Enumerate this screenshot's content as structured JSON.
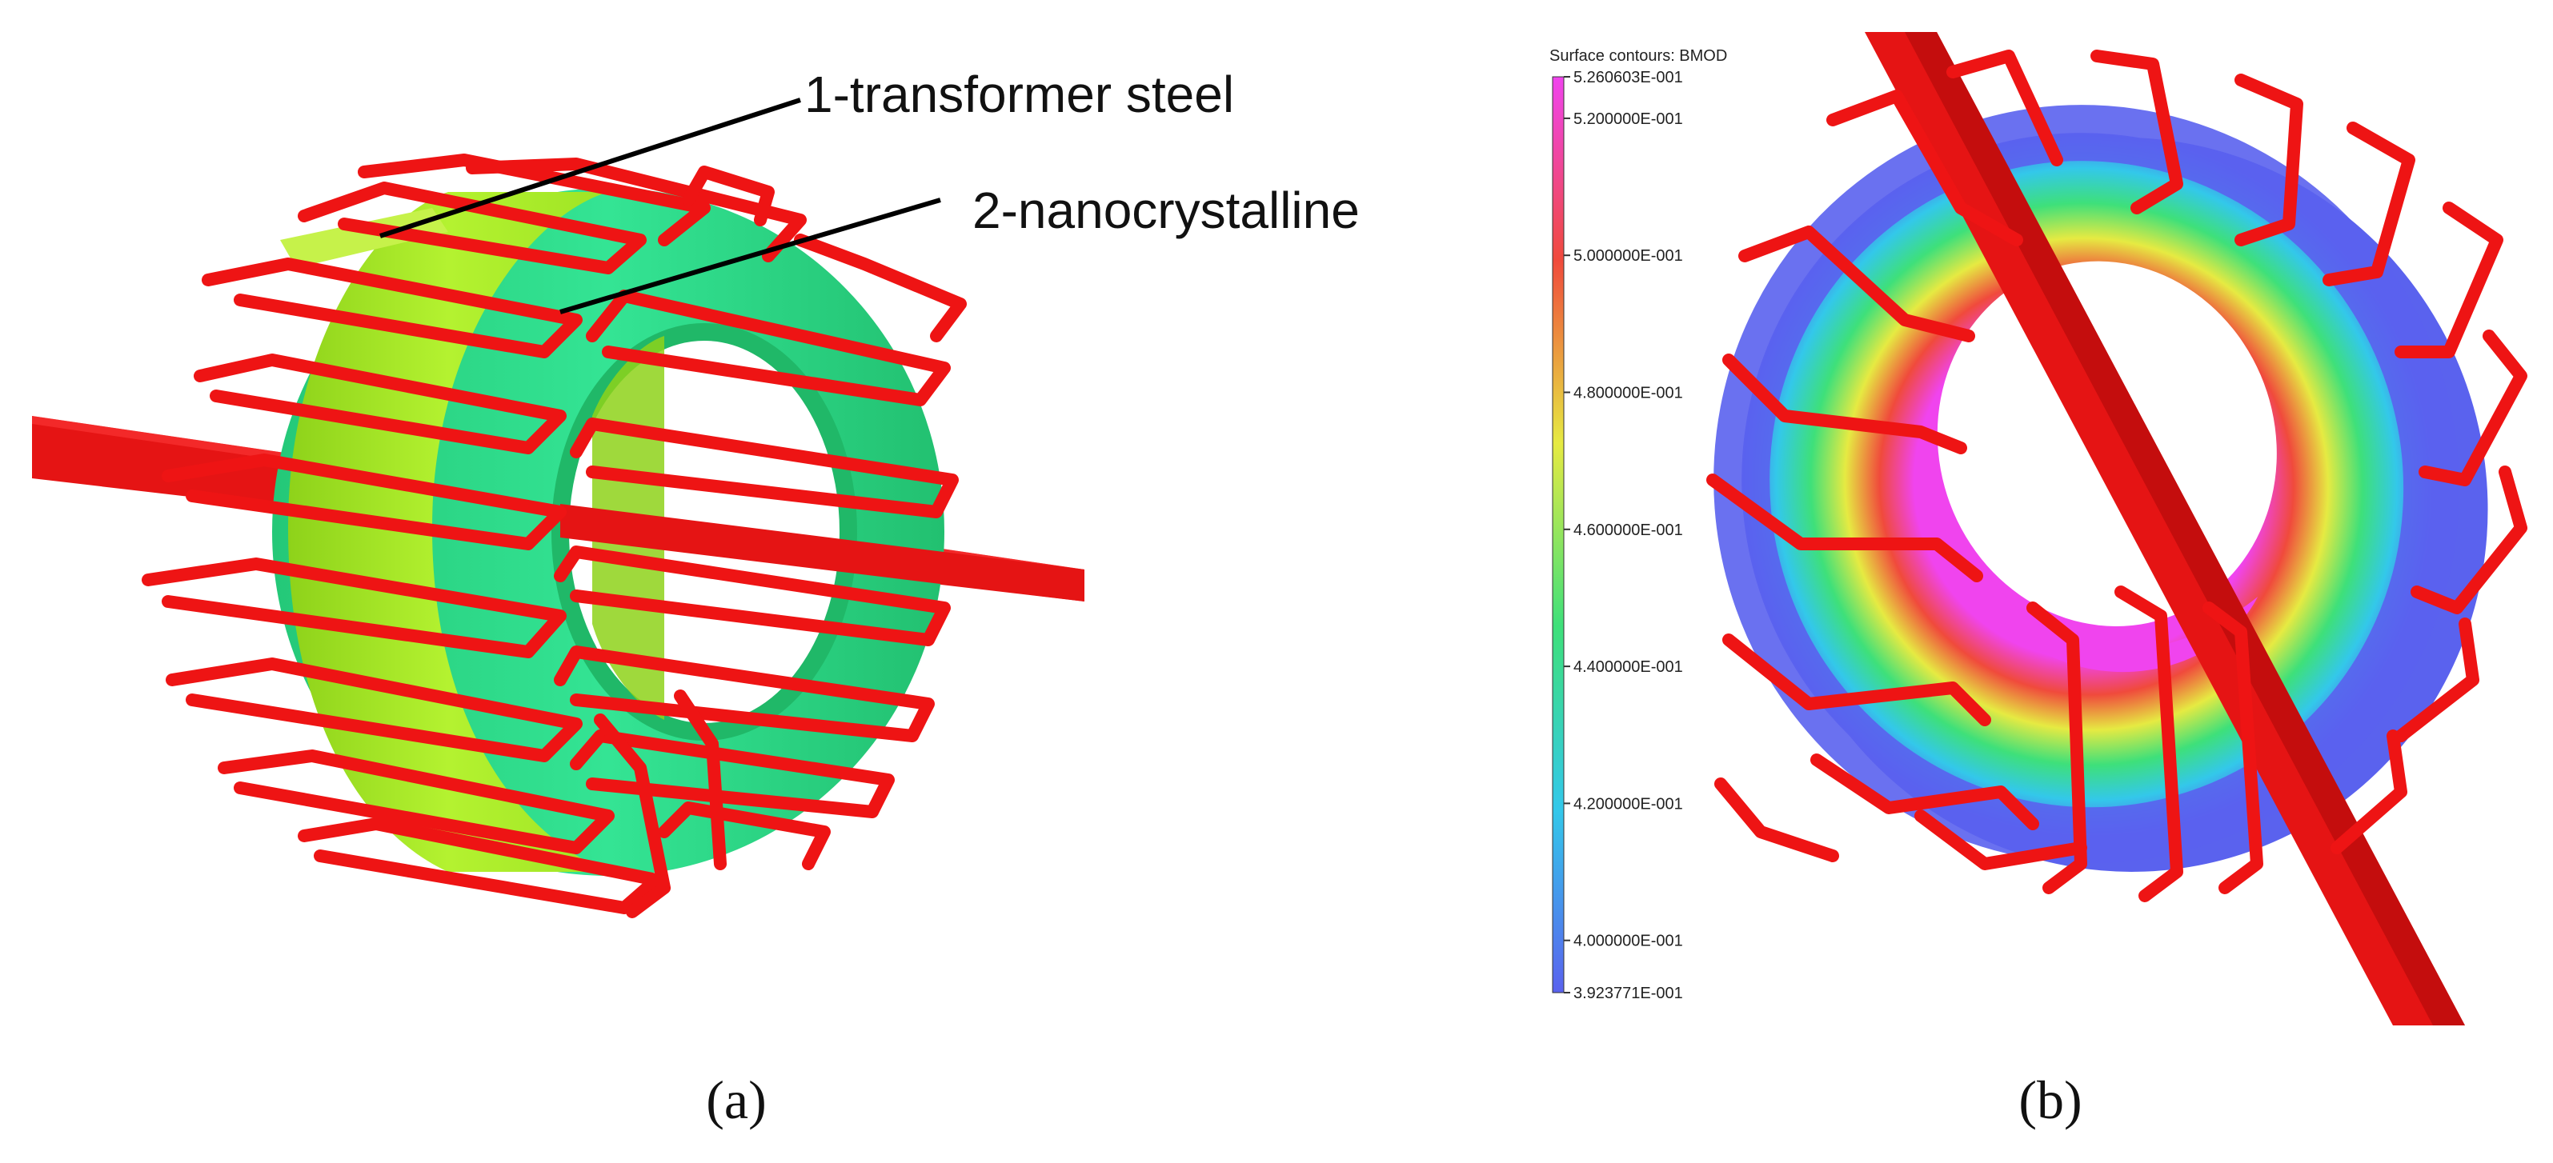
{
  "panel_a": {
    "callouts": [
      "1-transformer steel",
      "2-nanocrystalline"
    ],
    "caption": "(a)",
    "colors": {
      "steel": "#a6ea26",
      "nano": "#2ddd88",
      "winding": "#ee1414"
    }
  },
  "panel_b": {
    "caption": "(b)",
    "colorbar": {
      "title": "Surface contours: BMOD",
      "ticks": [
        {
          "label": "5.260603E-001",
          "value": 0.5260603
        },
        {
          "label": "5.200000E-001",
          "value": 0.52
        },
        {
          "label": "5.000000E-001",
          "value": 0.5
        },
        {
          "label": "4.800000E-001",
          "value": 0.48
        },
        {
          "label": "4.600000E-001",
          "value": 0.46
        },
        {
          "label": "4.400000E-001",
          "value": 0.44
        },
        {
          "label": "4.200000E-001",
          "value": 0.42
        },
        {
          "label": "4.000000E-001",
          "value": 0.4
        },
        {
          "label": "3.923771E-001",
          "value": 0.3923771
        }
      ],
      "min": 0.3923771,
      "max": 0.5260603,
      "gradient": [
        "#5a62ee",
        "#33c8ea",
        "#3ee07a",
        "#e6ea42",
        "#f04a3c",
        "#f044ee"
      ]
    }
  }
}
